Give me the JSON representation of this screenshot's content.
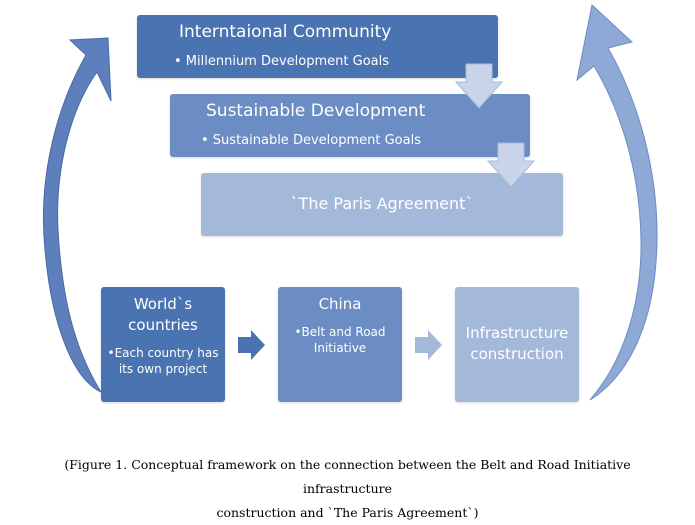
{
  "top_boxes": {
    "international": {
      "title": "Interntaional Community",
      "bullet": "• Millennium Development Goals"
    },
    "sustainable": {
      "title": "Sustainable Development",
      "bullet": "• Sustainable Development Goals"
    },
    "paris": {
      "title": "`The Paris Agreement`"
    }
  },
  "bottom_boxes": {
    "world": {
      "title": "World`s countries",
      "bullet": "•Each country has its own project"
    },
    "china": {
      "title": "China",
      "bullet": "•Belt and Road Initiative"
    },
    "infrastructure": {
      "title": "Infrastructure construction"
    }
  },
  "caption": {
    "line1": "(Figure 1. Conceptual framework on the connection between the Belt and Road Initiative infrastructure",
    "line2": "construction and `The Paris Agreement`)"
  },
  "colors": {
    "dark_blue": "#4a73b1",
    "mid_blue": "#6b8dc3",
    "light_blue": "#a4b8da",
    "arrow_fill": "#8fa9d6"
  }
}
